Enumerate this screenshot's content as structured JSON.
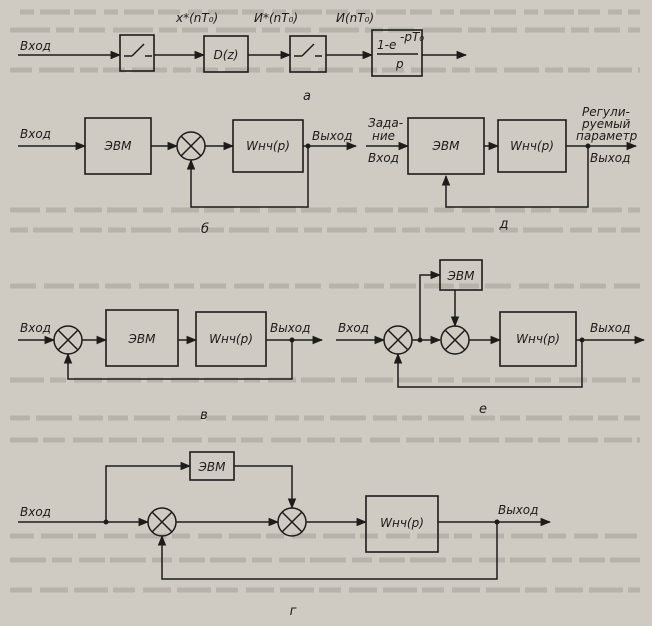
{
  "diagram_a": {
    "input": "Вход",
    "signal_x": "x*(nT₀)",
    "block_d": "D(z)",
    "signal_u": "И*(nT₀)",
    "signal_u2": "И(nT₀)",
    "hold_num": "1-e",
    "hold_exp": "-pT₀",
    "hold_den": "p",
    "caption": "а"
  },
  "diagram_b": {
    "input": "Вход",
    "computer": "ЭВМ",
    "plant": "Wнч(p)",
    "output": "Выход",
    "caption": "б"
  },
  "diagram_d_right": {
    "setpoint_1": "Зада-",
    "setpoint_2": "ние",
    "input": "Вход",
    "computer": "ЭВМ",
    "plant": "Wнч(p)",
    "param_1": "Регули-",
    "param_2": "руемый",
    "param_3": "параметр",
    "output": "Выход",
    "caption": "д"
  },
  "diagram_v": {
    "input": "Вход",
    "computer": "ЭВМ",
    "plant": "Wнч(p)",
    "output": "Выход",
    "caption": "в"
  },
  "diagram_e": {
    "input": "Вход",
    "computer": "ЭВМ",
    "plant": "Wнч(p)",
    "output": "Выход",
    "caption": "е"
  },
  "diagram_g": {
    "input": "Вход",
    "computer": "ЭВМ",
    "plant": "Wнч(p)",
    "output": "Выход",
    "caption": "г"
  },
  "colors": {
    "paper": "#cfcac2",
    "ink": "#1e1c1a"
  }
}
